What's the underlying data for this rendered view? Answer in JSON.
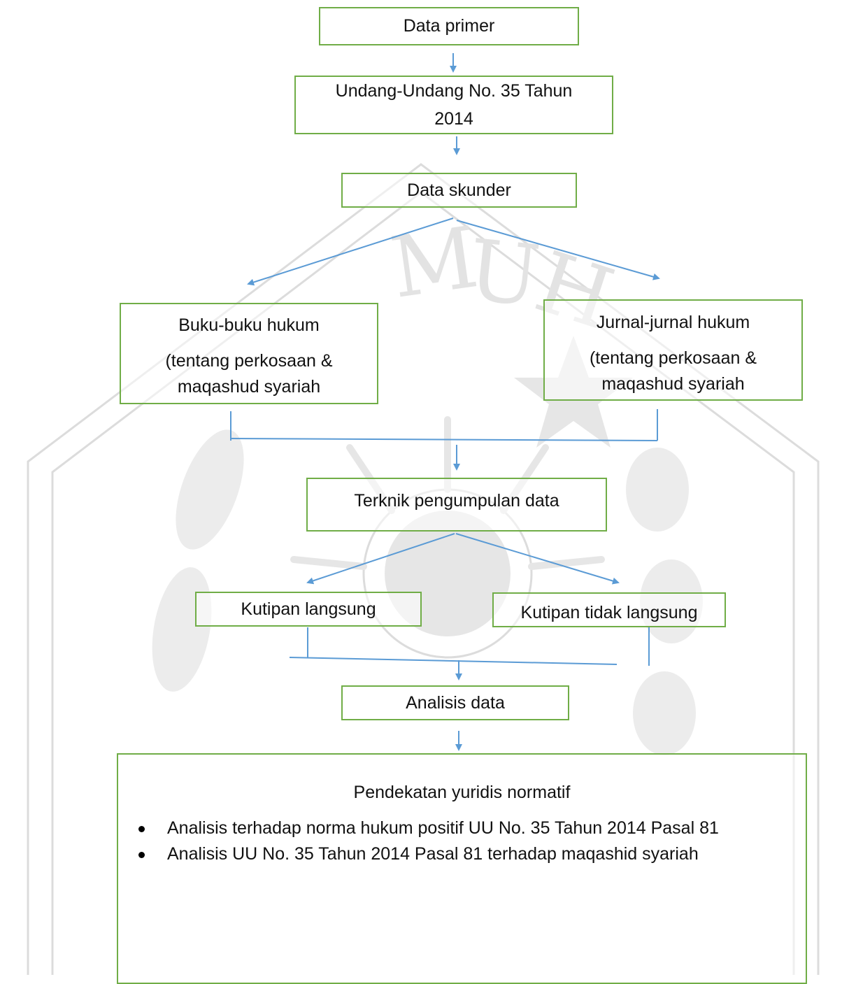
{
  "diagram": {
    "nodes": {
      "data_primer": "Data primer",
      "undang_undang": [
        "Undang-Undang No. 35 Tahun",
        "2014"
      ],
      "data_skunder": "Data skunder",
      "buku_hukum": [
        "Buku-buku hukum",
        "(tentang perkosaan &",
        "maqashud syariah"
      ],
      "jurnal_hukum": [
        "Jurnal-jurnal hukum",
        "(tentang perkosaan &",
        "maqashud syariah"
      ],
      "teknik_pengumpulan": "Terknik pengumpulan data",
      "kutipan_langsung": "Kutipan langsung",
      "kutipan_tidak_langsung": "Kutipan tidak langsung",
      "analisis_data": "Analisis data",
      "pendekatan": {
        "title": "Pendekatan yuridis normatif",
        "bullets": [
          "Analisis terhadap norma hukum positif UU No. 35 Tahun 2014 Pasal  81",
          "Analisis UU No. 35 Tahun 2014 Pasal  81 terhadap maqashid syariah"
        ]
      }
    },
    "colors": {
      "box_border": "#70ad47",
      "connector": "#5b9bd5",
      "watermark": "#d9d9d9"
    }
  }
}
